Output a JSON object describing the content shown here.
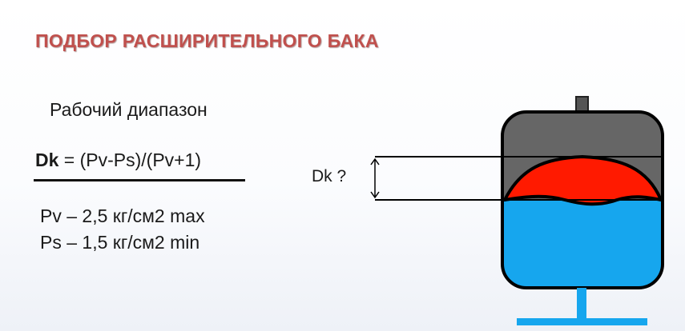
{
  "slide": {
    "title": "ПОДБОР РАСШИРИТЕЛЬНОГО БАКА",
    "subtitle": "Рабочий диапазон",
    "formula": {
      "symbol": "Dk",
      "expression": " = (Pv-Ps)/(Pv+1)"
    },
    "params": [
      "Pv – 2,5 кг/см2 max",
      "Ps – 1,5 кг/см2 min"
    ],
    "diagram": {
      "dk_label": "Dk ?",
      "colors": {
        "gas": "#666666",
        "membrane": "#ff1a00",
        "water": "#16a6ee",
        "stand": "#16a6ee",
        "title": "#c0504d"
      }
    }
  }
}
